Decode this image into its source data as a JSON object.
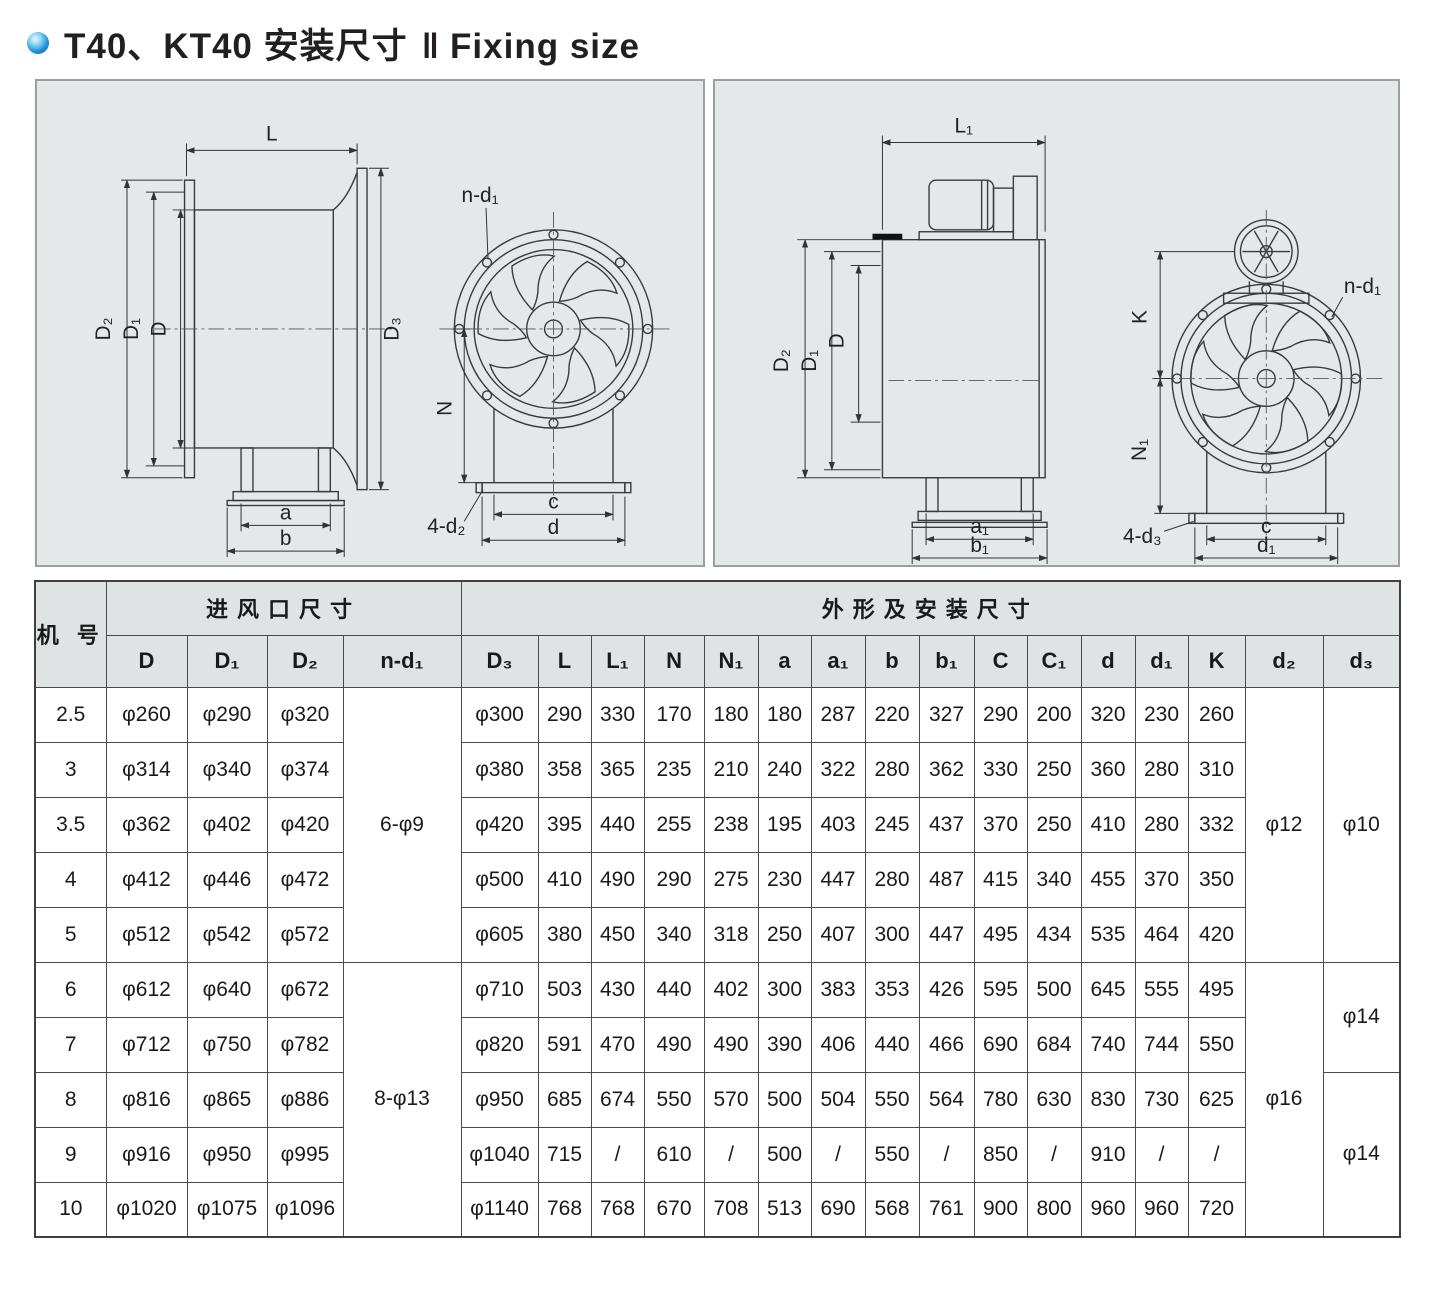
{
  "title": {
    "text": "T40、KT40 安装尺寸",
    "separator": "‖",
    "subtitle": "Fixing size"
  },
  "colors": {
    "bullet_blue": "#1f8fd6",
    "panel_bg": "#e4e8e9",
    "table_header_bg": "#dfe3e4",
    "line": "#3a3a3a",
    "text": "#1a1a1a"
  },
  "diagrams": {
    "t40": {
      "labels": {
        "L": "L",
        "D2": "D₂",
        "D1": "D₁",
        "D": "D",
        "D3": "D₃",
        "N": "N",
        "n_d1": "n-d₁",
        "four_d2": "4-d₂",
        "a": "a",
        "b": "b",
        "c": "c",
        "d": "d"
      }
    },
    "kt40": {
      "labels": {
        "L1": "L₁",
        "D2": "D₂",
        "D1": "D₁",
        "D": "D",
        "K": "K",
        "N1": "N₁",
        "n_d1": "n-d₁",
        "four_d3": "4-d₃",
        "a1": "a₁",
        "b1": "b₁",
        "c": "c",
        "d1": "d₁"
      }
    }
  },
  "table": {
    "group_machine": "机 号",
    "group_inlet": "进风口尺寸",
    "group_outline": "外形及安装尺寸",
    "headers": [
      "D",
      "D₁",
      "D₂",
      "n-d₁",
      "D₃",
      "L",
      "L₁",
      "N",
      "N₁",
      "a",
      "a₁",
      "b",
      "b₁",
      "C",
      "C₁",
      "d",
      "d₁",
      "K",
      "d₂",
      "d₃"
    ],
    "rows": [
      {
        "no": "2.5",
        "cells": [
          "φ260",
          "φ290",
          "φ320",
          "φ300",
          "290",
          "330",
          "170",
          "180",
          "180",
          "287",
          "220",
          "327",
          "290",
          "200",
          "320",
          "230",
          "260"
        ]
      },
      {
        "no": "3",
        "cells": [
          "φ314",
          "φ340",
          "φ374",
          "φ380",
          "358",
          "365",
          "235",
          "210",
          "240",
          "322",
          "280",
          "362",
          "330",
          "250",
          "360",
          "280",
          "310"
        ]
      },
      {
        "no": "3.5",
        "cells": [
          "φ362",
          "φ402",
          "φ420",
          "φ420",
          "395",
          "440",
          "255",
          "238",
          "195",
          "403",
          "245",
          "437",
          "370",
          "250",
          "410",
          "280",
          "332"
        ]
      },
      {
        "no": "4",
        "cells": [
          "φ412",
          "φ446",
          "φ472",
          "φ500",
          "410",
          "490",
          "290",
          "275",
          "230",
          "447",
          "280",
          "487",
          "415",
          "340",
          "455",
          "370",
          "350"
        ]
      },
      {
        "no": "5",
        "cells": [
          "φ512",
          "φ542",
          "φ572",
          "φ605",
          "380",
          "450",
          "340",
          "318",
          "250",
          "407",
          "300",
          "447",
          "495",
          "434",
          "535",
          "464",
          "420"
        ]
      },
      {
        "no": "6",
        "cells": [
          "φ612",
          "φ640",
          "φ672",
          "φ710",
          "503",
          "430",
          "440",
          "402",
          "300",
          "383",
          "353",
          "426",
          "595",
          "500",
          "645",
          "555",
          "495"
        ]
      },
      {
        "no": "7",
        "cells": [
          "φ712",
          "φ750",
          "φ782",
          "φ820",
          "591",
          "470",
          "490",
          "490",
          "390",
          "406",
          "440",
          "466",
          "690",
          "684",
          "740",
          "744",
          "550"
        ]
      },
      {
        "no": "8",
        "cells": [
          "φ816",
          "φ865",
          "φ886",
          "φ950",
          "685",
          "674",
          "550",
          "570",
          "500",
          "504",
          "550",
          "564",
          "780",
          "630",
          "830",
          "730",
          "625"
        ]
      },
      {
        "no": "9",
        "cells": [
          "φ916",
          "φ950",
          "φ995",
          "φ1040",
          "715",
          "/",
          "610",
          "/",
          "500",
          "/",
          "550",
          "/",
          "850",
          "/",
          "910",
          "/",
          "/"
        ]
      },
      {
        "no": "10",
        "cells": [
          "φ1020",
          "φ1075",
          "φ1096",
          "φ1140",
          "768",
          "768",
          "670",
          "708",
          "513",
          "690",
          "568",
          "761",
          "900",
          "800",
          "960",
          "960",
          "720"
        ]
      }
    ],
    "merges": {
      "n_d1": [
        {
          "text": "6-φ9",
          "from": 0,
          "span": 5
        },
        {
          "text": "8-φ13",
          "from": 5,
          "span": 5
        }
      ],
      "d2": [
        {
          "text": "φ12",
          "from": 0,
          "span": 5
        },
        {
          "text": "φ16",
          "from": 5,
          "span": 5
        }
      ],
      "d3": [
        {
          "text": "φ10",
          "from": 0,
          "span": 5
        },
        {
          "text": "φ14",
          "from": 5,
          "span": 2
        },
        {
          "text": "φ14",
          "from": 7,
          "span": 3
        }
      ]
    }
  }
}
